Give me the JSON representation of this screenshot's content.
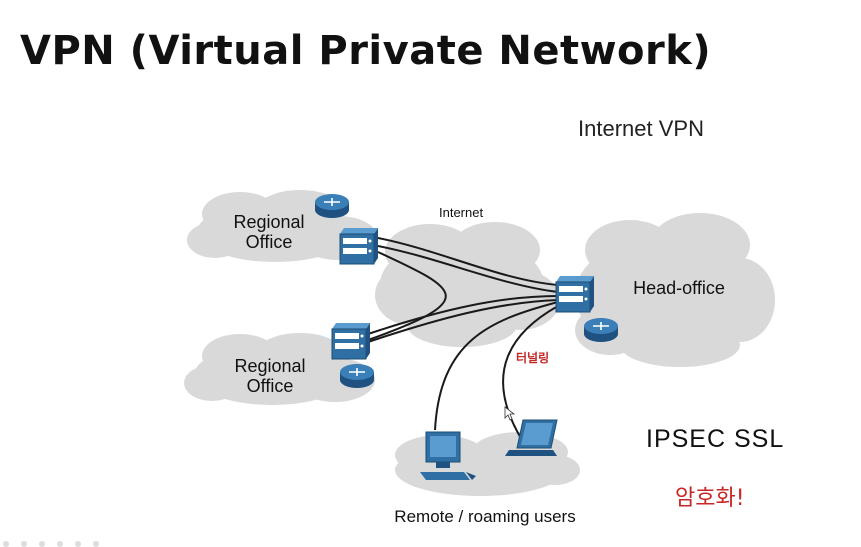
{
  "slide": {
    "title": "VPN (Virtual Private Network)",
    "subtitle": "Internet VPN",
    "protocols": "IPSEC  SSL",
    "encryption_note": "암호화!"
  },
  "diagram": {
    "internet_label": "Internet",
    "tunnel_label": "터널링",
    "regional_office_top": [
      "Regional",
      "Office"
    ],
    "regional_office_bottom": [
      "Regional",
      "Office"
    ],
    "head_office_label": "Head-office",
    "remote_users_label": "Remote / roaming users",
    "icons": [
      "router-icon",
      "firewall-icon",
      "desktop-computer-icon",
      "laptop-icon",
      "mouse-cursor-icon"
    ],
    "colors": {
      "cloud": "#d9d9d9",
      "device_blue": "#2f6fa3",
      "tunnel_label": "#c62828",
      "encryption_note": "#c62828"
    }
  }
}
